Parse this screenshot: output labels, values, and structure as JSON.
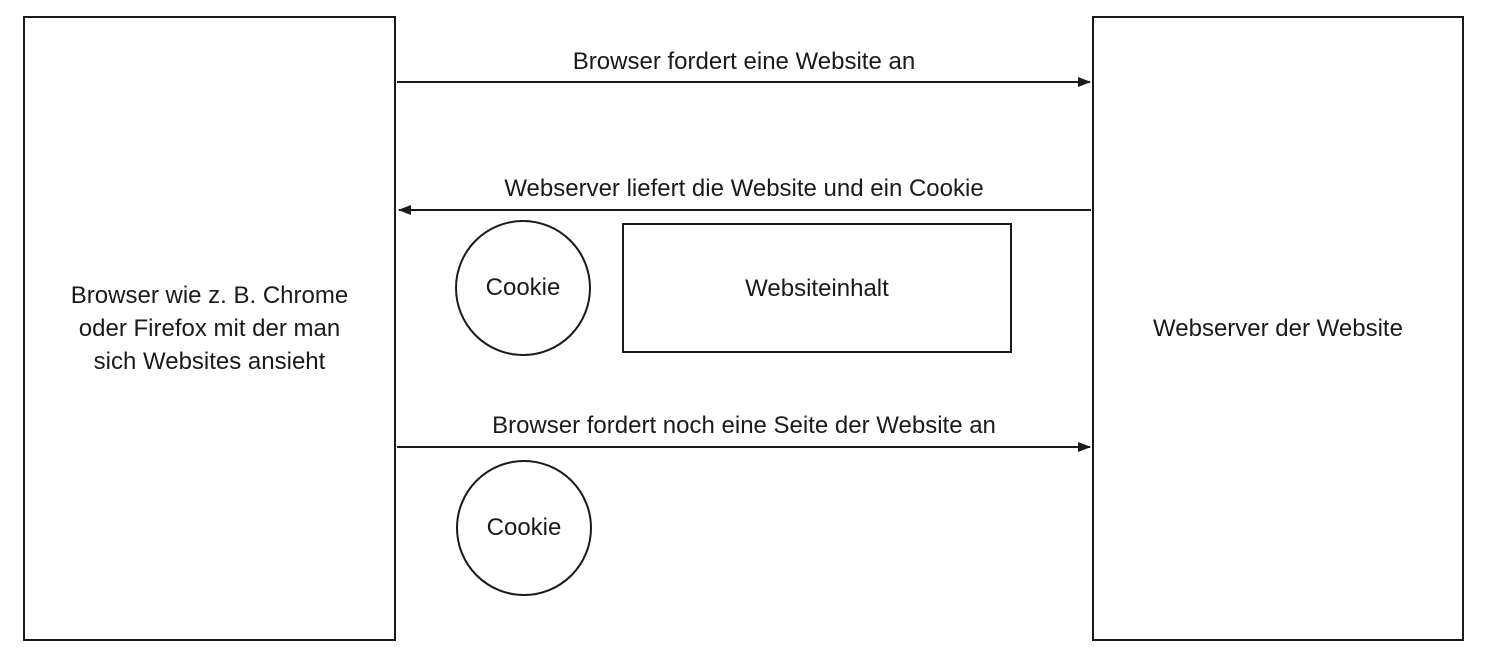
{
  "colors": {
    "stroke": "#1a1a1a",
    "text": "#1a1a1a",
    "background": "#ffffff"
  },
  "nodes": {
    "browser": {
      "label": "Browser wie z. B. Chrome\noder Firefox mit der man\nsich Websites ansieht"
    },
    "webserver": {
      "label": "Webserver der Website"
    },
    "website_content": {
      "label": "Websiteinhalt"
    },
    "cookie_first": {
      "label": "Cookie"
    },
    "cookie_second": {
      "label": "Cookie"
    }
  },
  "arrows": {
    "request_first": {
      "label": "Browser fordert eine Website an",
      "direction": "left-to-right"
    },
    "response": {
      "label": "Webserver liefert die Website und ein Cookie",
      "direction": "right-to-left"
    },
    "request_second": {
      "label": "Browser fordert noch eine Seite der Website an",
      "direction": "left-to-right"
    }
  }
}
